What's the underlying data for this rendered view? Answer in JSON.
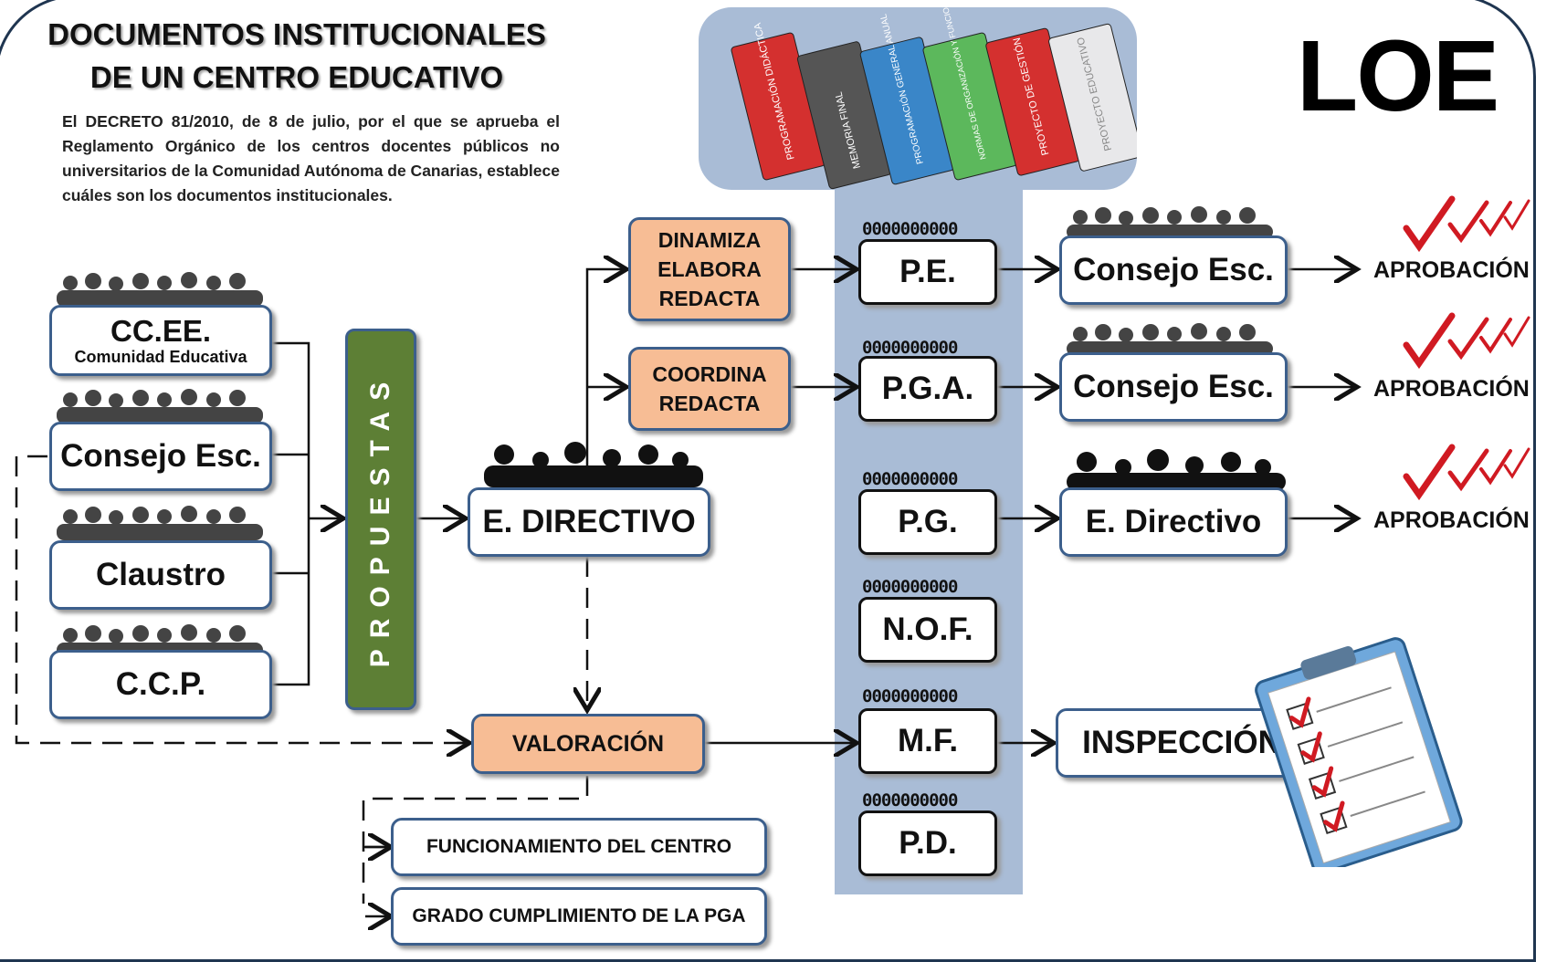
{
  "title": {
    "line1": "DOCUMENTOS INSTITUCIONALES",
    "line2": "DE UN CENTRO EDUCATIVO"
  },
  "decree_text": "El DECRETO 81/2010, de 8 de julio, por el que se aprueba el Reglamento Orgánico de los centros docentes públicos no universitarios de la Comunidad Autónoma de Canarias, establece cuáles son los documentos institucionales.",
  "law": "LOE",
  "banner_books": [
    "PROGRAMACIÓN DIDÁCTICA",
    "MEMORIA FINAL",
    "PROGRAMACIÓN GENERAL ANUAL",
    "NORMAS DE ORGANIZACIÓN Y FUNCIONAMIENTO",
    "PROYECTO DE GESTIÓN",
    "PROYECTO EDUCATIVO"
  ],
  "sources": {
    "ccee": "CC.EE.",
    "ccee_sub": "Comunidad Educativa",
    "consejo": "Consejo Esc.",
    "claustro": "Claustro",
    "ccp": "C.C.P."
  },
  "propuestas": "PROPUESTAS",
  "equipo_directivo": "E. DIRECTIVO",
  "roles": {
    "dinamiza": [
      "DINAMIZA",
      "ELABORA",
      "REDACTA"
    ],
    "coordina": [
      "COORDINA",
      "REDACTA"
    ]
  },
  "valoracion": "VALORACIÓN",
  "valoracion_items": [
    "FUNCIONAMIENTO DEL CENTRO",
    "GRADO CUMPLIMIENTO DE LA PGA"
  ],
  "documents": [
    "P.E.",
    "P.G.A.",
    "P.G.",
    "N.O.F.",
    "M.F.",
    "P.D."
  ],
  "approvers": [
    "Consejo Esc.",
    "Consejo Esc.",
    "E. Directivo"
  ],
  "approval_labels": [
    "APROBACIÓN",
    "APROBACIÓN",
    "APROBACIÓN"
  ],
  "inspeccion": "INSPECCIÓN",
  "spiral": "0000000000",
  "colors": {
    "box_border": "#3c5f8c",
    "orange": "#f7bd95",
    "green": "#5d7f35",
    "column": "#a9bcd6",
    "check": "#d01a22"
  }
}
